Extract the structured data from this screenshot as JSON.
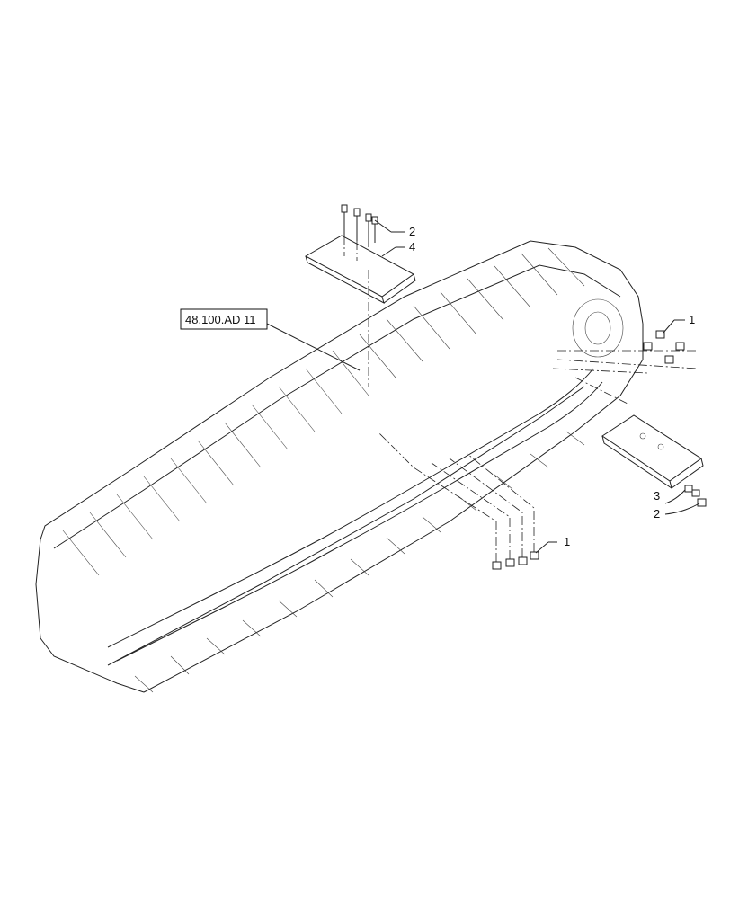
{
  "diagram": {
    "reference_label": "48.100.AD 11",
    "callouts": [
      {
        "id": "callout-2-top",
        "text": "2"
      },
      {
        "id": "callout-4",
        "text": "4"
      },
      {
        "id": "callout-1-right",
        "text": "1"
      },
      {
        "id": "callout-3",
        "text": "3"
      },
      {
        "id": "callout-2-right",
        "text": "2"
      },
      {
        "id": "callout-1-bottom",
        "text": "1"
      }
    ]
  }
}
